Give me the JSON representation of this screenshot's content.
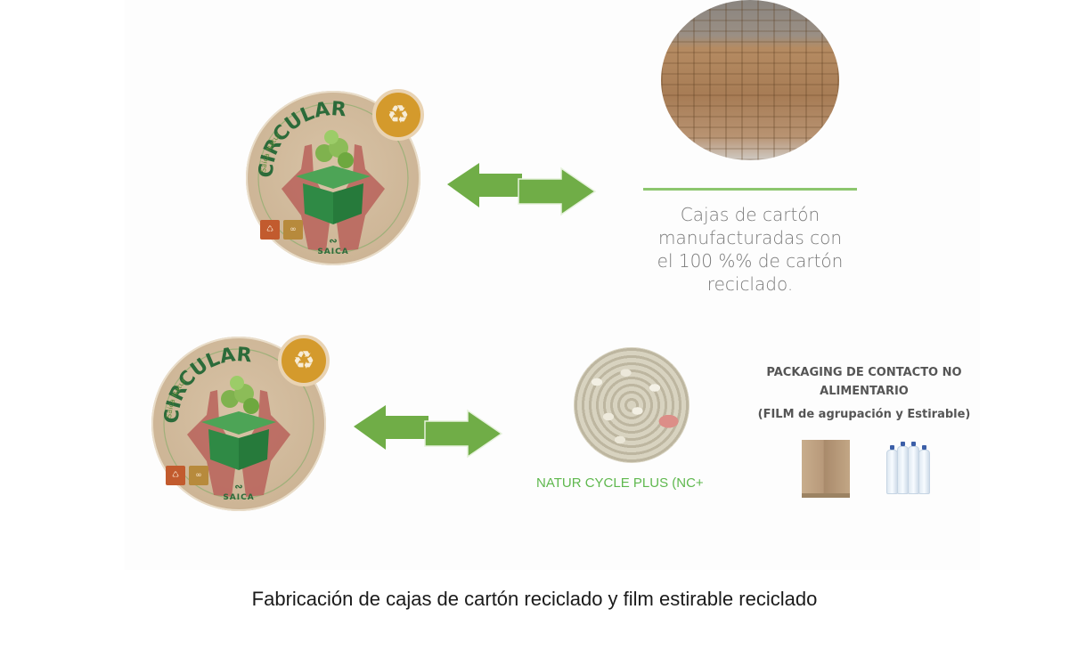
{
  "colors": {
    "arrow_green": "#70ad47",
    "divider_green": "#8cc66e",
    "natur_green": "#5fb84e",
    "badge_kraft": "#cdb596",
    "badge_green": "#2c6b3a",
    "recycle_orange": "#d49a2c"
  },
  "badges": [
    {
      "brand_top": "Saica Natur",
      "title": "CIRCULAR",
      "recycle_icon": "recycle-icon",
      "sdg_icons": [
        "sdg-12-icon",
        "sdg-infinity-icon"
      ],
      "sdg_glyphs": [
        "♺",
        "∞"
      ],
      "logo_mark": "∾",
      "logo_text": "SAICA"
    },
    {
      "brand_top": "Saica Natur",
      "title": "CIRCULAR",
      "recycle_icon": "recycle-icon",
      "sdg_icons": [
        "sdg-12-icon",
        "sdg-infinity-icon"
      ],
      "sdg_glyphs": [
        "♺",
        "∞"
      ],
      "logo_mark": "∾",
      "logo_text": "SAICA"
    }
  ],
  "row1": {
    "arrow_icon": "bidirectional-arrow-icon",
    "photo": "warehouse-cardboard-boxes-photo",
    "caption_lines": [
      "Cajas de cartón",
      "manufacturadas con",
      "el 100 %% de cartón",
      "reciclado."
    ]
  },
  "row2": {
    "arrow_icon": "bidirectional-arrow-icon",
    "photo": "recycled-plastic-pellets-photo",
    "natur_label": "NATUR CYCLE PLUS (NC+",
    "packaging_title_lines": [
      "PACKAGING DE CONTACTO NO",
      "ALIMENTARIO"
    ],
    "packaging_subtitle": "(FILM de agrupación y Estirable)",
    "product_images": [
      "wrapped-pallet-image",
      "water-bottle-pack-image"
    ]
  },
  "footer": {
    "caption": "Fabricación de cajas de cartón reciclado y film estirable reciclado"
  }
}
